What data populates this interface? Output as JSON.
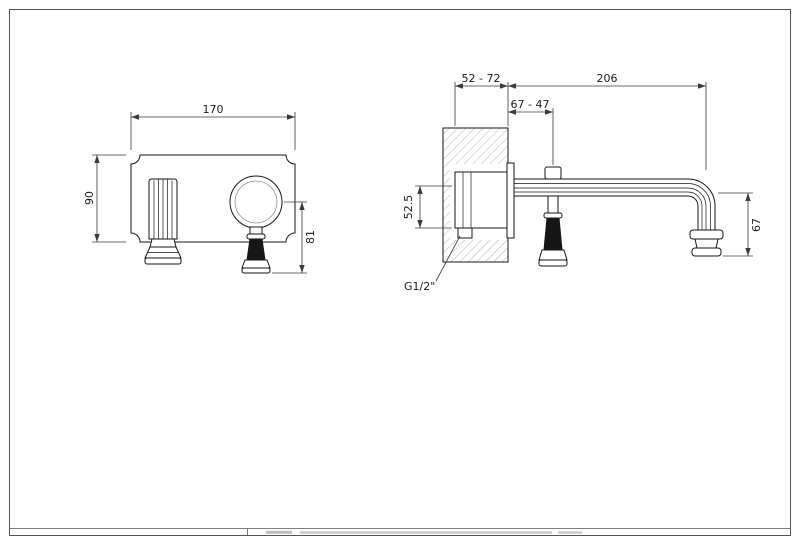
{
  "front_view": {
    "plate_width": "170",
    "plate_height": "90",
    "handle_drop": "81"
  },
  "side_view": {
    "wall_depth_range": "52 - 72",
    "spout_reach": "206",
    "handle_offset_range": "67 - 47",
    "inlet_offset": "52.5",
    "spout_drop": "67",
    "connection_thread": "G1/2\""
  }
}
